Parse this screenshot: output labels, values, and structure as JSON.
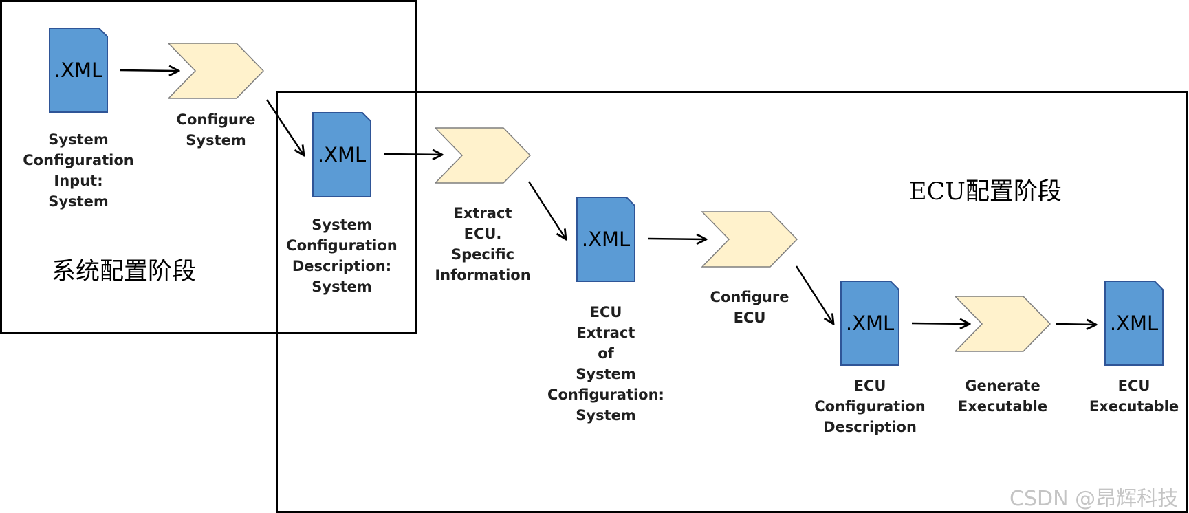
{
  "stages": {
    "system": "系统配置阶段",
    "ecu": "ECU配置阶段"
  },
  "documents": [
    {
      "ext": ".XML",
      "label": "System\nConfiguration\nInput:\nSystem"
    },
    {
      "ext": ".XML",
      "label": "System\nConfiguration\nDescription:\nSystem"
    },
    {
      "ext": ".XML",
      "label": "ECU\nExtract\nof\nSystem\nConfiguration:\nSystem"
    },
    {
      "ext": ".XML",
      "label": "ECU\nConfiguration\nDescription"
    },
    {
      "ext": ".XML",
      "label": "ECU\nExecutable"
    }
  ],
  "steps": [
    {
      "label": "Configure\nSystem"
    },
    {
      "label": "Extract\nECU.\nSpecific\nInformation"
    },
    {
      "label": "Configure\nECU"
    },
    {
      "label": "Generate\nExecutable"
    }
  ],
  "watermark": "CSDN @昂辉科技",
  "colors": {
    "document_fill": "#5b9bd5",
    "document_stroke": "#2f5597",
    "step_fill": "#fff2cc",
    "step_stroke": "#7f7f7f",
    "arrow": "#000000"
  }
}
